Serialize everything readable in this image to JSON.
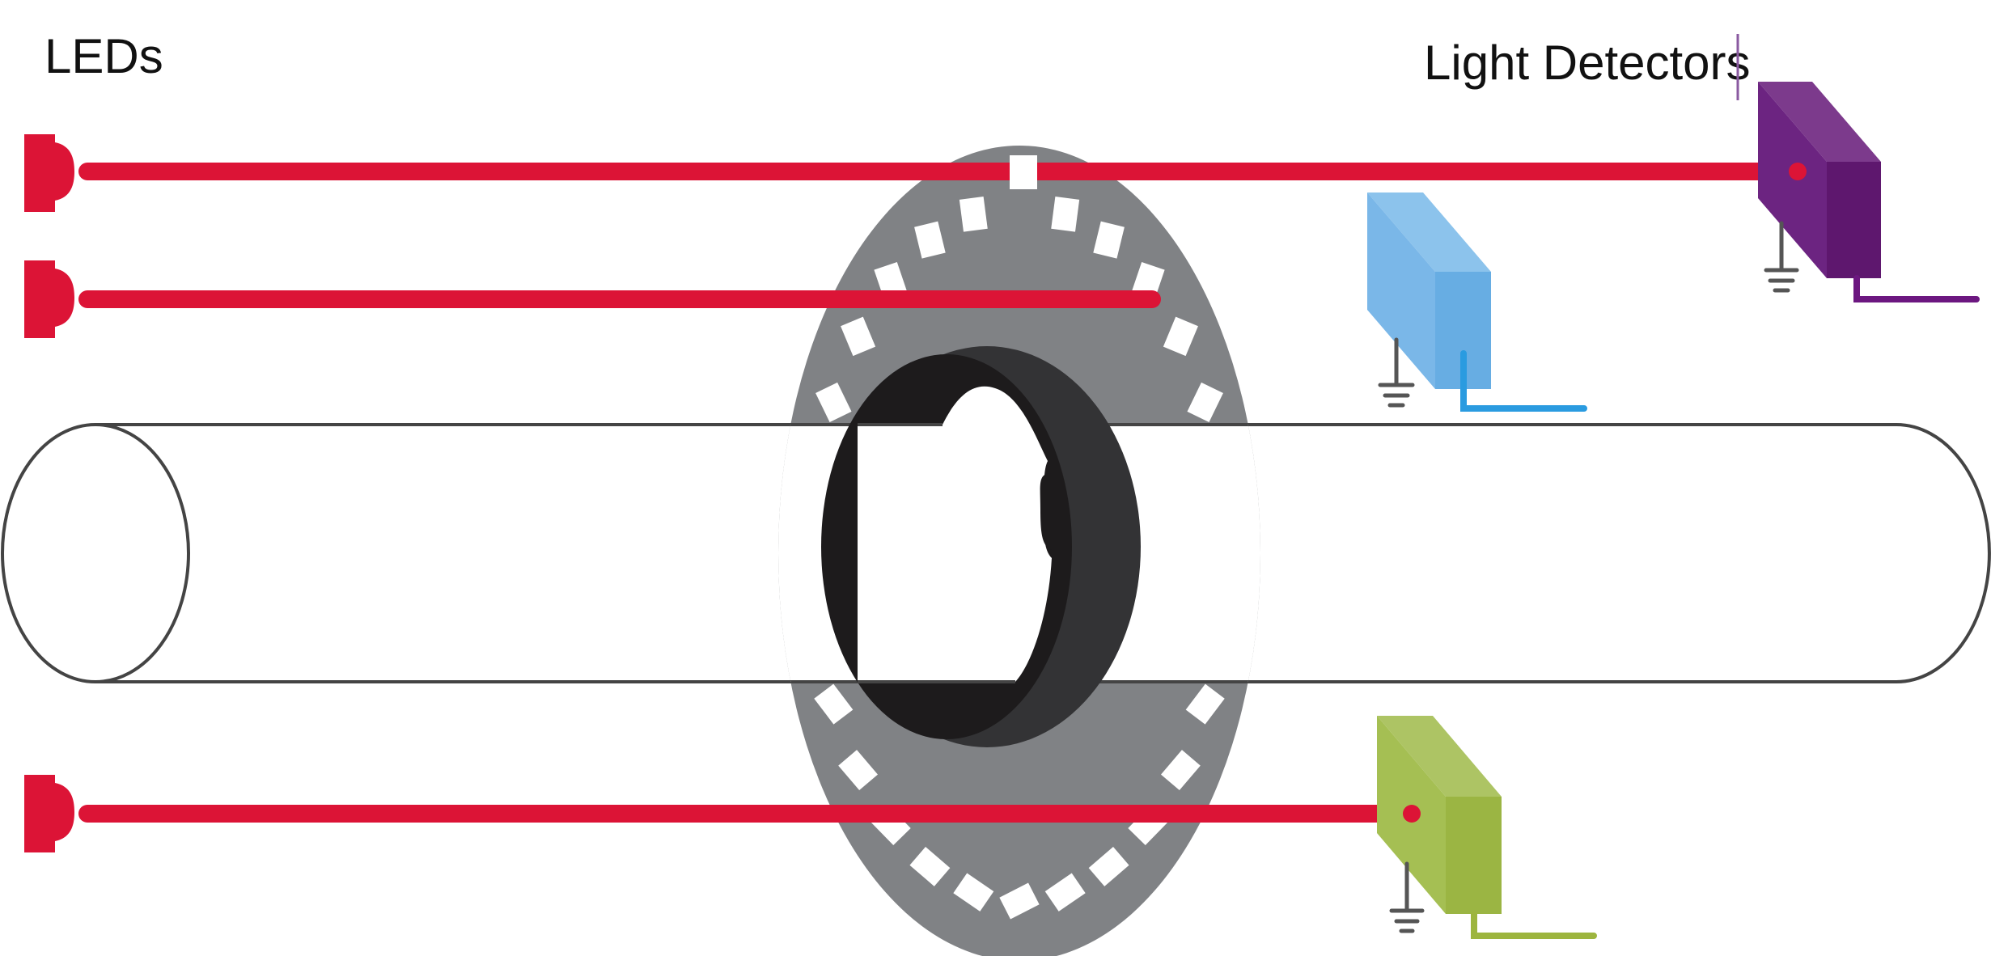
{
  "labels": {
    "leds": "LEDs",
    "detectors": "Light Detectors"
  },
  "colors": {
    "led_red": "#dc1436",
    "beam_red": "#dc1436",
    "shaft_outline": "#444444",
    "disk_gray": "#808285",
    "hub_dark": "#333335",
    "hub_black": "#1d1b1c",
    "detector_purple": "#6c2481",
    "detector_blue": "#73b2e3",
    "detector_green": "#a1bb48",
    "lead_purple": "#6c1780",
    "lead_blue": "#2a9be0",
    "lead_green": "#9db53f",
    "ground": "#555555"
  },
  "components": {
    "led_count": 3,
    "detector_count": 3,
    "encoder_slot_count": 28,
    "detector_names": [
      "purple-detector",
      "blue-detector",
      "green-detector"
    ]
  }
}
